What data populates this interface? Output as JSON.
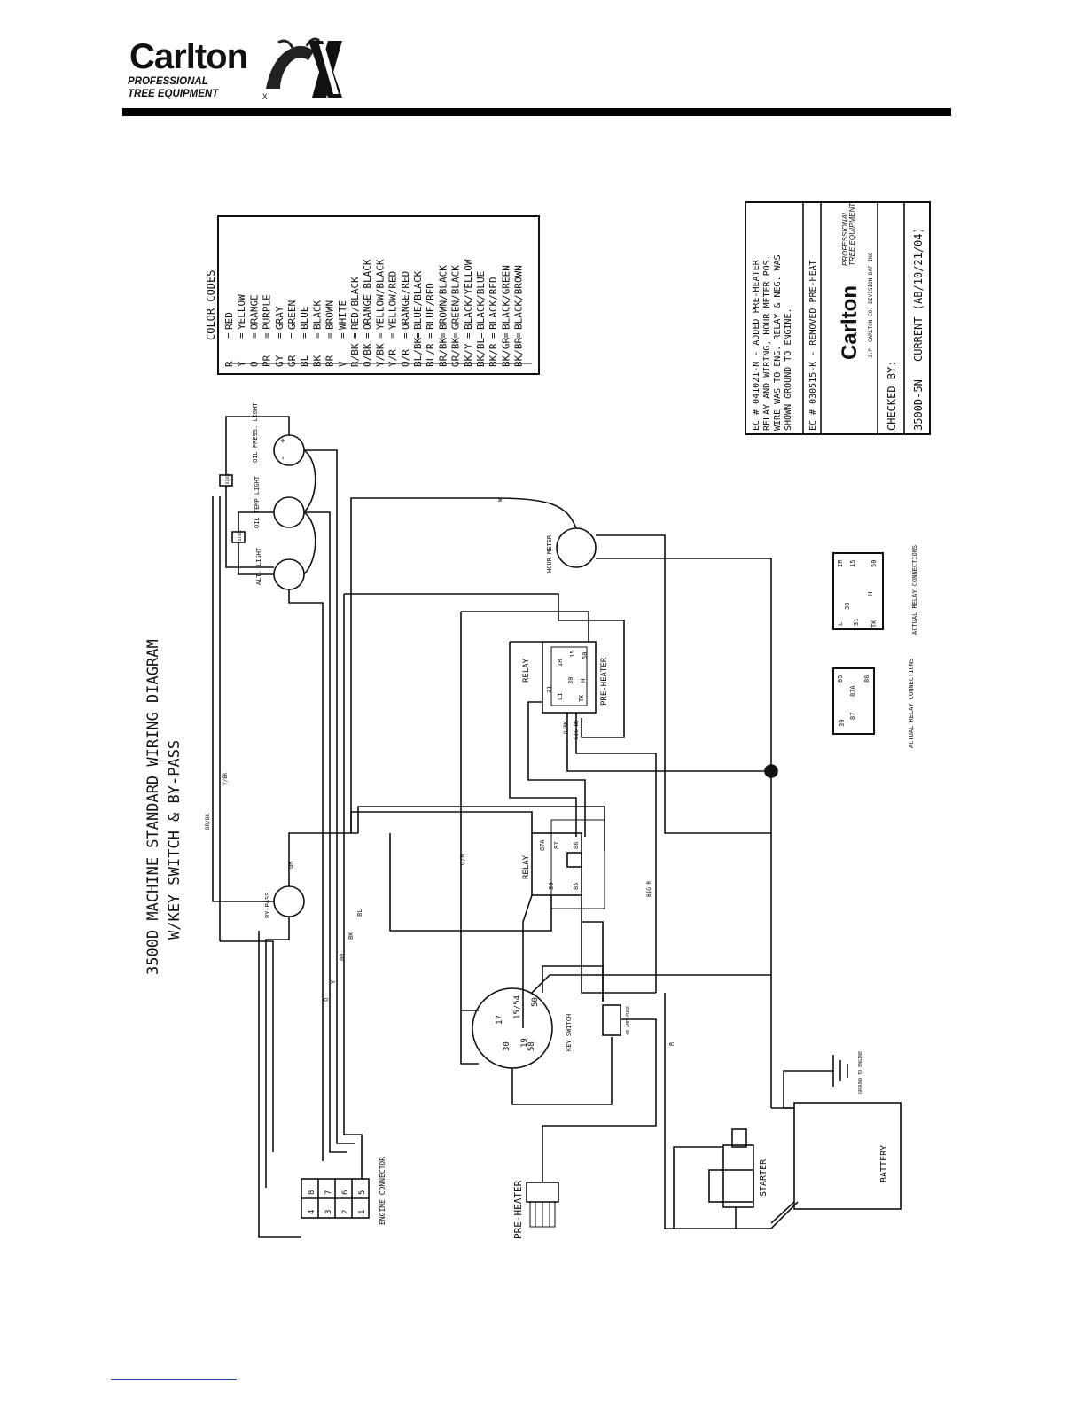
{
  "header": {
    "brand": "Carlton",
    "tagline_line1": "PROFESSIONAL",
    "tagline_line2": "TREE EQUIPMENT",
    "logo_mark": "X"
  },
  "diagram": {
    "title_line1": "3500D MACHINE STANDARD WIRING DIAGRAM",
    "title_line2": "W/KEY SWITCH & BY-PASS",
    "color_codes_title": "COLOR CODES",
    "color_codes": [
      {
        "code": "R",
        "name": "RED"
      },
      {
        "code": "Y",
        "name": "YELLOW"
      },
      {
        "code": "O",
        "name": "ORANGE"
      },
      {
        "code": "PR",
        "name": "PURPLE"
      },
      {
        "code": "GY",
        "name": "GRAY"
      },
      {
        "code": "GR",
        "name": "GREEN"
      },
      {
        "code": "BL",
        "name": "BLUE"
      },
      {
        "code": "BK",
        "name": "BLACK"
      },
      {
        "code": "BR",
        "name": "BROWN"
      },
      {
        "code": "V",
        "name": "WHITE"
      },
      {
        "code": "R/BK",
        "name": "RED/BLACK"
      },
      {
        "code": "O/BK",
        "name": "ORANGE BLACK"
      },
      {
        "code": "Y/BK",
        "name": "YELLOW/BLACK"
      },
      {
        "code": "Y/R",
        "name": "YELLOW/RED"
      },
      {
        "code": "O/R",
        "name": "ORANGE/RED"
      },
      {
        "code": "BL/BK",
        "name": "BLUE/BLACK"
      },
      {
        "code": "BL/R",
        "name": "BLUE/RED"
      },
      {
        "code": "BR/BK",
        "name": "BROWN/BLACK"
      },
      {
        "code": "GR/BK",
        "name": "GREEN/BLACK"
      },
      {
        "code": "BK/Y",
        "name": "BLACK/YELLOW"
      },
      {
        "code": "BK/BL",
        "name": "BLACK/BLUE"
      },
      {
        "code": "BK/R",
        "name": "BLACK/RED"
      },
      {
        "code": "BK/GR",
        "name": "BLACK/GREEN"
      },
      {
        "code": "BK/BR",
        "name": "BLACK/BROWN"
      }
    ],
    "revision_block": {
      "ec1_line1": "EC # 041021-N - ADDED PRE-HEATER",
      "ec1_line2": "RELAY AND WIRING, HOUR METER POS.",
      "ec1_line3": "WIRE WAS TO ENG. RELAY & NEG. WAS",
      "ec1_line4": "SHOWN GROUND TO ENGINE.",
      "ec2": "EC # 030515-K - REMOVED PRE-HEAT",
      "company": "Carlton",
      "company_tag1": "PROFESSIONAL",
      "company_tag2": "TREE EQUIPMENT",
      "company_sub": "J.P. CARLTON CO. DIVISION DAF INC",
      "checked_by": "CHECKED BY:",
      "part_no": "3500D-5N",
      "current": "CURRENT   (AB/10/21/04)"
    },
    "components": {
      "oil_press_light": "OIL PRESS. LIGHT",
      "oil_temp_light": "OIL TEMP LIGHT",
      "alt_light": "ALT. LIGHT",
      "hour_meter": "HOUR METER",
      "relay_top": "RELAY",
      "pre_heater_relay": "PRE-HEATER",
      "relay_mid": "RELAY",
      "by_pass": "BY-PASS",
      "key_switch": "KEY SWITCH",
      "fuse": "40 AMP FUSE",
      "engine_connector": "ENGINE CONNECTOR",
      "pre_heater": "PRE-HEATER",
      "starter": "STARTER",
      "battery": "BATTERY",
      "ground_note": "GROUND TO ENGINE",
      "actual_relay_1": "ACTUAL RELAY CONNECTIONS",
      "actual_relay_2": "ACTUAL RELAY CONNECTIONS",
      "diode1": "DIODE",
      "diode2": "DIODE"
    },
    "wire_labels": {
      "br_bk": "BR/BK",
      "y_bk": "Y/BK",
      "o": "O",
      "y": "Y",
      "br": "BR",
      "bk": "BK",
      "bl": "BL",
      "gr": "GR",
      "o_r": "O/R",
      "big_r": "BIG R",
      "r": "R",
      "o_bk": "O/BK",
      "big_bk": "BIG BK",
      "w": "W"
    },
    "pins": {
      "ks_17": "17",
      "ks_15_54": "15/54",
      "ks_50": "50",
      "ks_19": "19",
      "ks_30": "30",
      "ks_58": "58",
      "r_87a": "87A",
      "r_87": "87",
      "r_86": "86",
      "r_30": "30",
      "r_85": "85",
      "ec_8": "8",
      "ec_7": "7",
      "ec_4": "4",
      "ec_3": "3",
      "ec_2": "2",
      "ec_6": "6",
      "ec_1": "1",
      "ec_5": "5",
      "p_li": "LI",
      "p_ir": "IR",
      "p_15": "15",
      "p_30": "30",
      "p_31": "31",
      "p_tk": "TK",
      "p_h": "H",
      "p_50": "50",
      "a_85": "85",
      "a_30": "30",
      "a_87": "87",
      "a_87a": "87A",
      "a_86": "86",
      "b_l": "L",
      "b_ir": "IR",
      "b_30": "30",
      "b_15": "15",
      "b_31": "31",
      "b_tk": "TK",
      "b_h": "H",
      "b_50": "50",
      "plus": "+",
      "minus": "-"
    }
  }
}
